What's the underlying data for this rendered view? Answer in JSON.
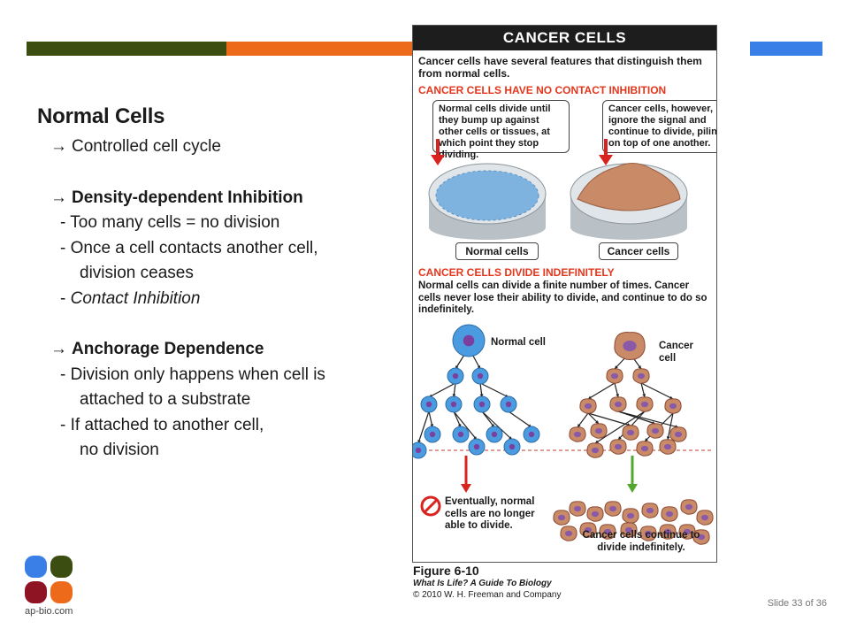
{
  "left": {
    "title": "Normal Cells",
    "items": [
      {
        "arrow": "→",
        "text": "Controlled cell cycle"
      },
      {
        "arrow": "→",
        "text": "Density-dependent Inhibition"
      },
      {
        "arrow": "→",
        "text": "Anchorage Dependence"
      }
    ],
    "density_lines": [
      "- Too many cells = no division",
      "- Once a cell contacts another cell,",
      "division ceases",
      "- ",
      "Contact Inhibition"
    ],
    "anchorage_lines": [
      "- Division only happens when cell is",
      "attached to a substrate",
      "- If attached to another cell,",
      "no division"
    ]
  },
  "figure": {
    "header": "CANCER CELLS",
    "intro": "Cancer cells have several features that distinguish them from normal cells.",
    "section1": "CANCER CELLS HAVE NO CONTACT INHIBITION",
    "callout_normal": "Normal cells divide until they bump up against other cells or tissues, at which point they stop dividing.",
    "callout_cancer": "Cancer cells, however, ignore the signal and continue to divide, piling on top of one another.",
    "dish_normal_label": "Normal cells",
    "dish_cancer_label": "Cancer cells",
    "section2": "CANCER CELLS DIVIDE INDEFINITELY",
    "section2_text": "Normal cells can divide a finite number of times. Cancer cells never lose their ability to divide, and continue to do so indefinitely.",
    "normal_cell_label": "Normal cell",
    "cancer_cell_label": "Cancer cell",
    "eventually_text": "Eventually, normal cells are no longer able to divide.",
    "cancer_continue_text": "Cancer cells continue to divide indefinitely."
  },
  "caption": {
    "fig_number": "Figure 6-10",
    "book": "What Is Life? A Guide To Biology",
    "copyright": "© 2010 W. H. Freeman and Company"
  },
  "footer": {
    "logo_text": "ap-bio.com",
    "slide_label": "Slide 33 of 36"
  },
  "colors": {
    "bar_green": "#3c4d12",
    "bar_orange": "#ee6a1b",
    "bar_blue": "#3a7ee8",
    "section_red": "#e4361c",
    "logo_blue": "#3a7ee8",
    "logo_green": "#3c4d12",
    "logo_red": "#8e1424",
    "logo_orange": "#ee6a1b"
  }
}
